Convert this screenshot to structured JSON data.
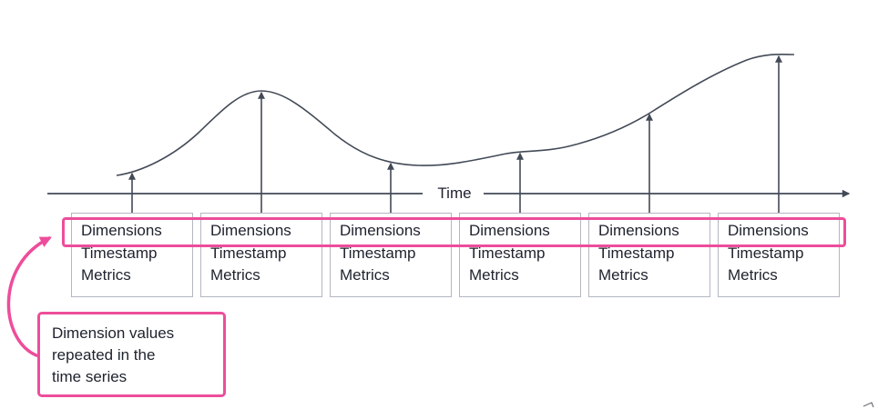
{
  "diagram": {
    "time_axis_label": "Time",
    "records": [
      {
        "fields": [
          "Dimensions",
          "Timestamp",
          "Metrics"
        ]
      },
      {
        "fields": [
          "Dimensions",
          "Timestamp",
          "Metrics"
        ]
      },
      {
        "fields": [
          "Dimensions",
          "Timestamp",
          "Metrics"
        ]
      },
      {
        "fields": [
          "Dimensions",
          "Timestamp",
          "Metrics"
        ]
      },
      {
        "fields": [
          "Dimensions",
          "Timestamp",
          "Metrics"
        ]
      },
      {
        "fields": [
          "Dimensions",
          "Timestamp",
          "Metrics"
        ]
      }
    ],
    "callout": {
      "lines": [
        "Dimension values",
        "repeated in the",
        "time series"
      ]
    },
    "colors": {
      "accent_pink": "#ed4d9b",
      "line_color": "#434a57",
      "box_border": "#b2b7c0",
      "text_color": "#1e222d"
    }
  }
}
